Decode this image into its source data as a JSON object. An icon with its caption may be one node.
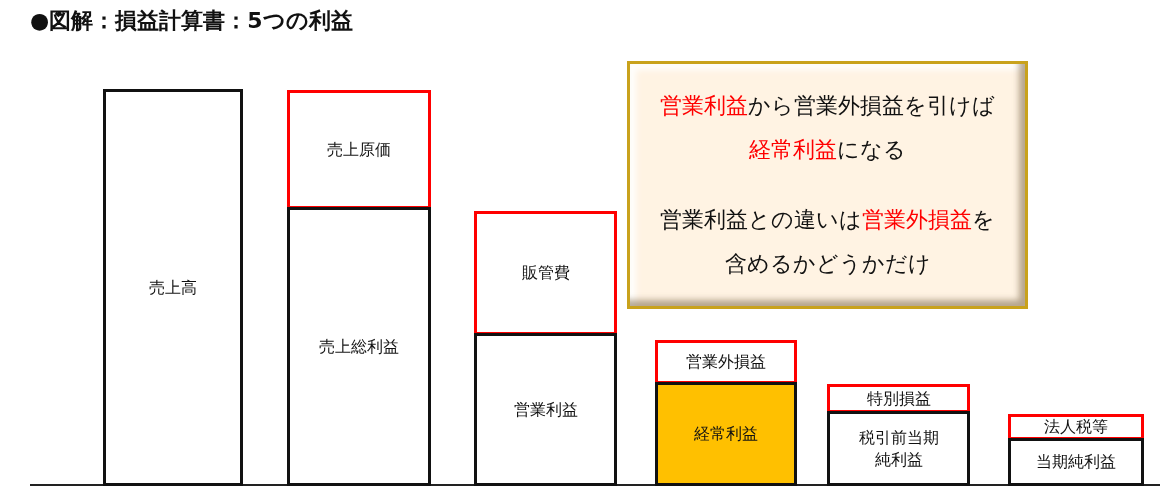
{
  "diagram": {
    "title": "●図解：損益計算書：5つの利益",
    "nodes": [
      {
        "text": [
          "売上高"
        ]
      },
      {
        "text": [
          "売上原価"
        ]
      },
      {
        "text": [
          "売上総利益"
        ]
      },
      {
        "text": [
          "販管費"
        ]
      },
      {
        "text": [
          "営業利益"
        ]
      },
      {
        "text": [
          "**営業利益**から営業外損益を引けば**経常利益**になる",
          "営業利益との違いは**営業外損益**を含めるかどうかだけ"
        ]
      },
      {
        "text": [
          "営業外損益"
        ]
      },
      {
        "text": [
          "経常利益"
        ]
      },
      {
        "text": [
          "特別損益"
        ]
      },
      {
        "text": [
          "税引前当期純利益"
        ]
      },
      {
        "text": [
          "法人税等"
        ]
      },
      {
        "text": [
          "当期純利益"
        ]
      }
    ],
    "edges": []
  }
}
